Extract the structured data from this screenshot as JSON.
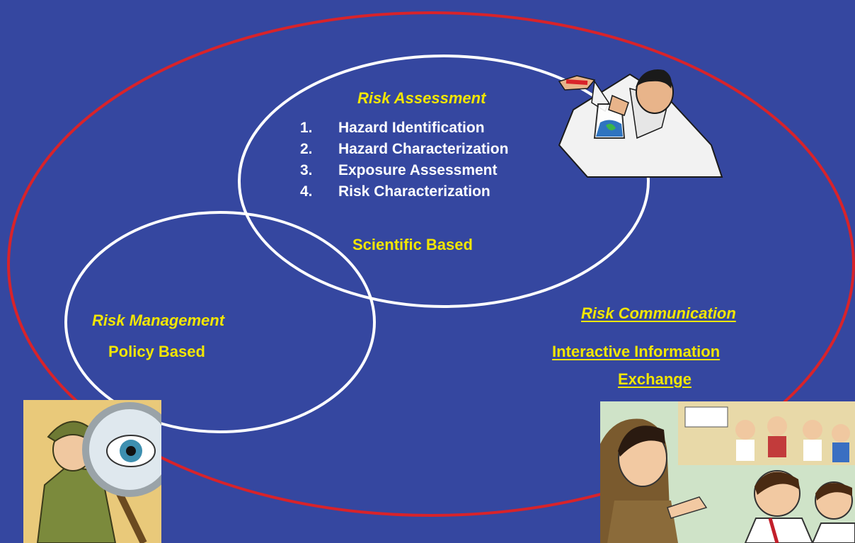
{
  "diagram": {
    "risk_assessment": {
      "title": "Risk Assessment",
      "steps": [
        {
          "number": "1.",
          "label": "Hazard Identification"
        },
        {
          "number": "2.",
          "label": "Hazard Characterization"
        },
        {
          "number": "3.",
          "label": "Exposure Assessment"
        },
        {
          "number": "4.",
          "label": "Risk Characterization"
        }
      ],
      "basis": "Scientific Based"
    },
    "risk_management": {
      "title": "Risk Management",
      "basis": "Policy Based"
    },
    "risk_communication": {
      "title": "Risk Communication",
      "basis_line1": "Interactive Information",
      "basis_line2": "Exchange"
    }
  },
  "colors": {
    "background": "#3547a0",
    "outer_ellipse": "#d8232a",
    "inner_circles": "#ffffff",
    "label_text": "#f2e600",
    "step_text": "#ffffff"
  },
  "images": {
    "scientist": "scientist-icon",
    "detective": "detective-magnifier-icon",
    "classroom": "classroom-children-icon"
  }
}
